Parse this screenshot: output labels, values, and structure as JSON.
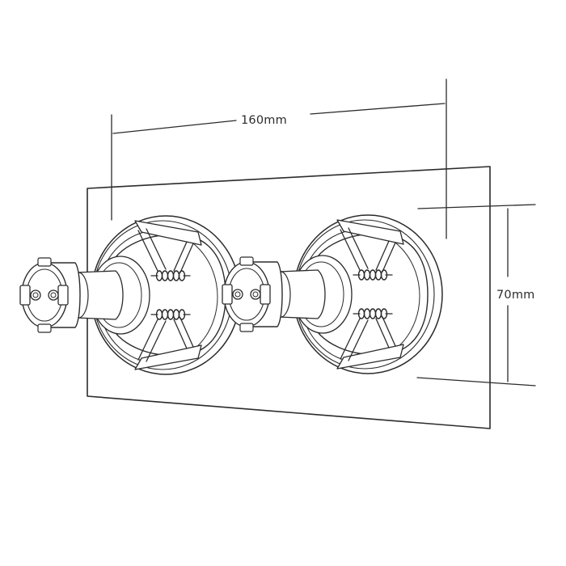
{
  "dimensions": {
    "width_label": "160mm",
    "height_label": "70mm"
  },
  "colors": {
    "line": "#2b2b2b",
    "background": "#ffffff"
  },
  "parts": [
    "mounting-plate",
    "downlight-left",
    "downlight-right",
    "spring-clip"
  ]
}
